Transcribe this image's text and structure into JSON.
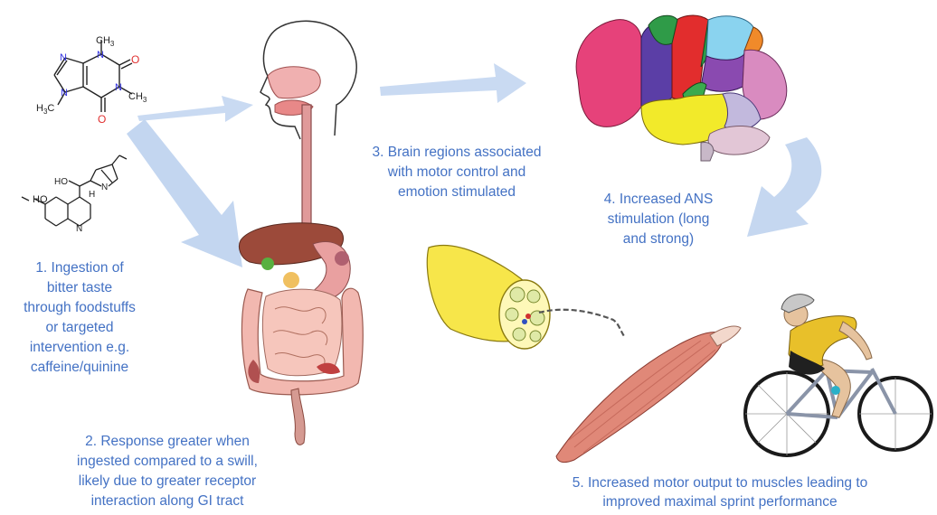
{
  "captions": {
    "step1": [
      "1. Ingestion of",
      "bitter taste",
      "through foodstuffs",
      "or targeted",
      "intervention e.g.",
      "caffeine/quinine"
    ],
    "step2": [
      "2. Response greater when",
      "ingested compared to a swill,",
      "likely due to greater receptor",
      "interaction along GI tract"
    ],
    "step3": [
      "3. Brain regions associated",
      "with motor control and",
      "emotion stimulated"
    ],
    "step4": [
      "4. Increased ANS",
      "stimulation (long",
      "and strong)"
    ],
    "step5": [
      "5. Increased motor output to muscles leading to",
      "improved maximal sprint performance"
    ]
  },
  "caffeine_labels": {
    "ch3_top": "CH",
    "sub3": "3",
    "ch3_right": "CH",
    "h3c_left": "H",
    "o": "O",
    "n": "N"
  },
  "quinine_labels": {
    "ho": "HO",
    "h": "H",
    "n": "N"
  },
  "colors": {
    "caption": "#4472c4",
    "arrow": "#c5d7f0",
    "nitrogen": "#3030e0",
    "oxygen": "#e03030",
    "brain_regions": [
      "#e6427a",
      "#5b3ea6",
      "#2f9b48",
      "#e22d2d",
      "#8ad3ef",
      "#f2ea2a",
      "#f08a2a",
      "#c2b9dd",
      "#d98bc0"
    ]
  }
}
